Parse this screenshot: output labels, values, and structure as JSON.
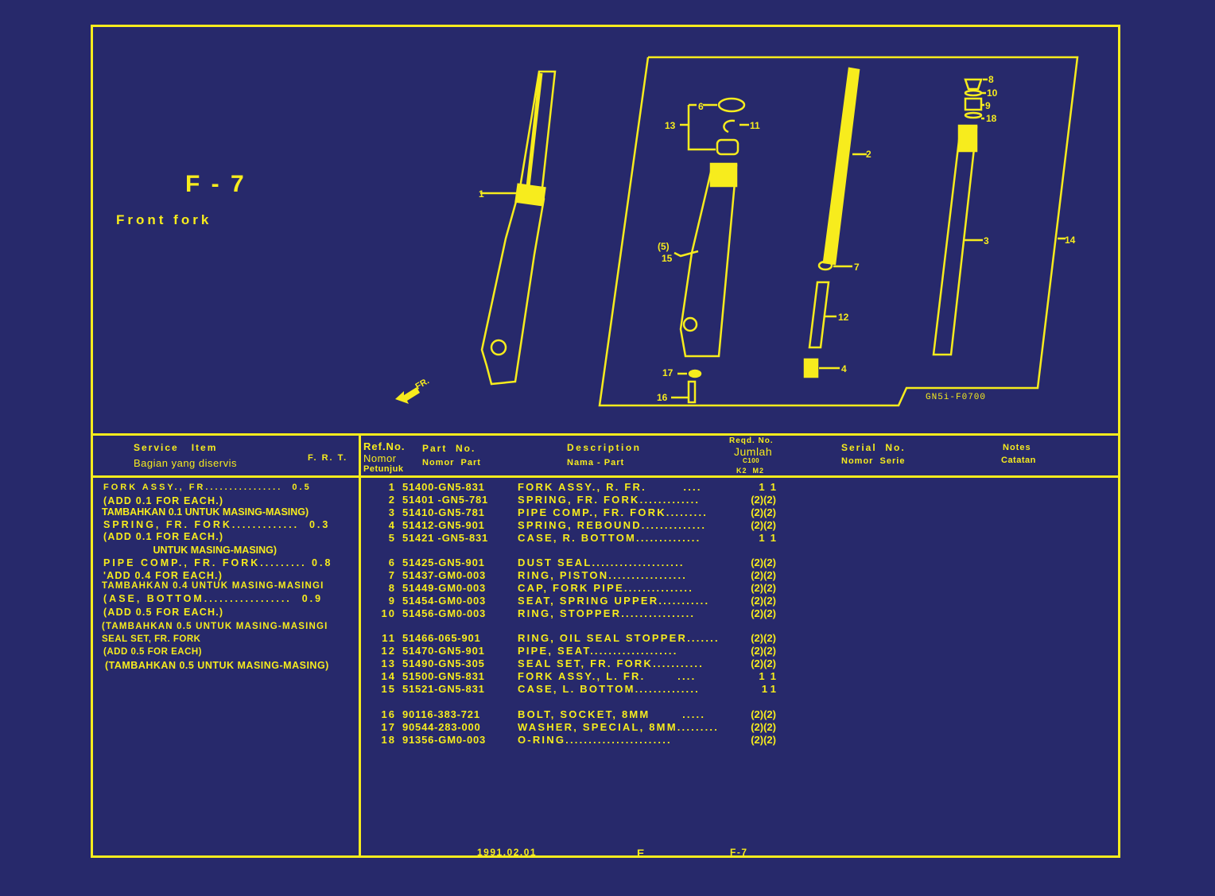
{
  "page": {
    "code": "F - 7",
    "title": "Front fork",
    "drawing_code": "GN5i-F0700",
    "direction_label": "FR.",
    "callouts": [
      "1",
      "2",
      "3",
      "4",
      "6",
      "7",
      "8",
      "9",
      "10",
      "11",
      "12",
      "13",
      "14",
      "(5)",
      "15",
      "16",
      "17",
      "18"
    ]
  },
  "table_header": {
    "service_item": "Service   Item",
    "service_item_id": "Bagian yang diservis",
    "frt": "F. R. T.",
    "ref_no": "Ref.No.",
    "ref_no_id_1": "Nomor",
    "ref_no_id_2": "Petunjuk",
    "part_no": "Part  No.",
    "part_no_id": "Nomor  Part",
    "description": "Description",
    "description_id": "Nama - Part",
    "reqd_no": "Reqd. No.",
    "reqd_no_id": "Jumlah",
    "model": "C100",
    "variants": "K2  M2",
    "serial_no": "Serial  No.",
    "serial_no_id": "Nomor  Serie",
    "notes": "Notes",
    "notes_id": "Catatan"
  },
  "service_items": [
    {
      "text": "FORK ASSY., FR................  0.5",
      "wide": true
    },
    {
      "text": "(ADD 0.1 FOR EACH.)",
      "wide": false
    },
    {
      "text": "TAMBAHKAN 0.1 UNTUK MASING-MASING)",
      "wide": false
    },
    {
      "text": "SPRING, FR. FORK.............  0.3",
      "wide": true
    },
    {
      "text": "(ADD 0.1 FOR EACH.)",
      "wide": false
    },
    {
      "text": "                  UNTUK MASING-MASING)",
      "wide": false
    },
    {
      "text": "PIPE COMP., FR. FORK......... 0.8",
      "wide": true
    },
    {
      "text": "'ADD 0.4 FOR EACH.)",
      "wide": false
    },
    {
      "text": "TAMBAHKAN 0.4 UNTUK MASING-MASINGI",
      "wide": false
    },
    {
      "text": "(ASE, BOTTOM.................  0.9",
      "wide": true
    },
    {
      "text": "(ADD 0.5 FOR EACH.)",
      "wide": false
    },
    {
      "text": "(TAMBAHKAN 0.5 UNTUK MASING-MASINGI",
      "wide": false
    },
    {
      "text": "SEAL SET, FR. FORK",
      "wide": false
    },
    {
      "text": "(ADD 0.5 FOR EACH)",
      "wide": false
    },
    {
      "text": "(TAMBAHKAN 0.5 UNTUK MASING-MASING)",
      "wide": false
    }
  ],
  "parts": [
    {
      "ref": "1",
      "part_no": "51400-GN5-831",
      "description": "FORK ASSY., R. FR.        ....",
      "qty": "1  1"
    },
    {
      "ref": "2",
      "part_no": "51401 -GN5-781",
      "description": "SPRING, FR. FORK.............",
      "qty": "(2)(2)"
    },
    {
      "ref": "3",
      "part_no": "51410-GN5-781",
      "description": "PIPE COMP., FR. FORK.........",
      "qty": "(2)(2)"
    },
    {
      "ref": "4",
      "part_no": "51412-GN5-901",
      "description": "SPRING, REBOUND..............",
      "qty": "(2)(2)"
    },
    {
      "ref": "5",
      "part_no": "51421 -GN5-831",
      "description": "CASE, R. BOTTOM..............",
      "qty": "1  1"
    },
    {
      "ref": "6",
      "part_no": "51425-GN5-901",
      "description": "DUST SEAL....................",
      "qty": "(2)(2)"
    },
    {
      "ref": "7",
      "part_no": "51437-GM0-003",
      "description": "RING, PISTON.................",
      "qty": "(2)(2)"
    },
    {
      "ref": "8",
      "part_no": "51449-GM0-003",
      "description": "CAP, FORK PIPE...............",
      "qty": "(2)(2)"
    },
    {
      "ref": "9",
      "part_no": "51454-GM0-003",
      "description": "SEAT, SPRING UPPER...........",
      "qty": "(2)(2)"
    },
    {
      "ref": "10",
      "part_no": "51456-GM0-003",
      "description": "RING, STOPPER................",
      "qty": "(2)(2)"
    },
    {
      "ref": "11",
      "part_no": "51466-065-901",
      "description": "RING, OIL SEAL STOPPER.......",
      "qty": "(2)(2)"
    },
    {
      "ref": "12",
      "part_no": "51470-GN5-901",
      "description": "PIPE, SEAT...................",
      "qty": "(2)(2)"
    },
    {
      "ref": "13",
      "part_no": "51490-GN5-305",
      "description": "SEAL SET, FR. FORK...........",
      "qty": "(2)(2)"
    },
    {
      "ref": "14",
      "part_no": "51500-GN5-831",
      "description": "FORK ASSY., L. FR.       ....",
      "qty": "1  1"
    },
    {
      "ref": "15",
      "part_no": "51521-GN5-831",
      "description": "CASE, L. BOTTOM..............",
      "qty": "1 1"
    },
    {
      "ref": "16",
      "part_no": "90116-383-721",
      "description": "BOLT, SOCKET, 8MM       .....",
      "qty": "(2)(2)"
    },
    {
      "ref": "17",
      "part_no": "90544-283-000",
      "description": "WASHER, SPECIAL, 8MM.........",
      "qty": "(2)(2)"
    },
    {
      "ref": "18",
      "part_no": "91356-GM0-003",
      "description": "O-RING.......................",
      "qty": "(2)(2)"
    }
  ],
  "footer": {
    "date": "1991.02.01",
    "edition": "E",
    "page_ref": "F-7"
  },
  "colors": {
    "background": "#27296b",
    "ink": "#f7ec1d"
  }
}
